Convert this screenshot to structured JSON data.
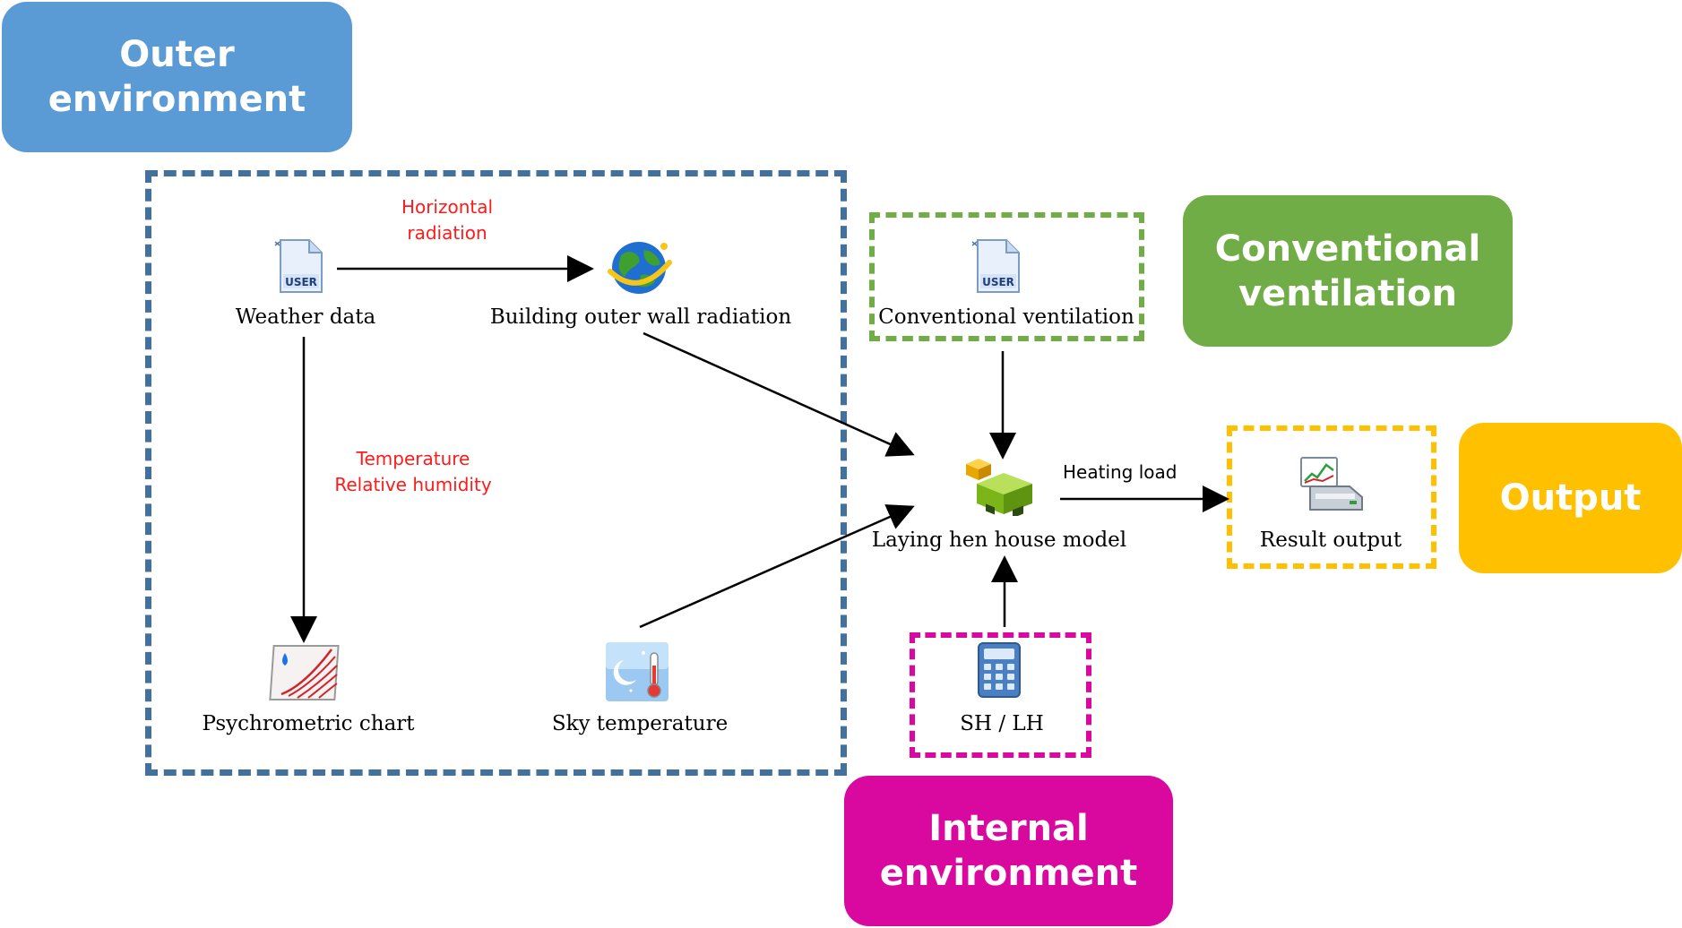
{
  "badges": {
    "outer": {
      "line1": "Outer",
      "line2": "environment",
      "color": "#5b9bd5"
    },
    "conventional": {
      "line1": "Conventional",
      "line2": "ventilation",
      "color": "#70ad47"
    },
    "output": {
      "line1": "Output",
      "color": "#ffc000"
    },
    "internal": {
      "line1": "Internal",
      "line2": "environment",
      "color": "#d9089f"
    }
  },
  "groups": {
    "outer": {
      "color": "#41719c"
    },
    "conventional": {
      "color": "#70ad47"
    },
    "output": {
      "color": "#ffc000"
    },
    "internal": {
      "color": "#d9089f"
    }
  },
  "nodes": {
    "weather": {
      "label": "Weather data",
      "icon": "user-file-icon"
    },
    "wall": {
      "label": "Building outer wall radiation",
      "icon": "globe-icon"
    },
    "psychro": {
      "label": "Psychrometric chart",
      "icon": "psychrometric-chart-icon"
    },
    "sky": {
      "label": "Sky temperature",
      "icon": "moon-thermometer-icon"
    },
    "ventilation": {
      "label": "Conventional ventilation",
      "icon": "user-file-icon"
    },
    "henhouse": {
      "label": "Laying hen house model",
      "icon": "building-blocks-icon"
    },
    "shlh": {
      "label": "SH / LH",
      "icon": "calculator-icon"
    },
    "result": {
      "label": "Result output",
      "icon": "printer-chart-icon"
    }
  },
  "edge_labels": {
    "horizontal": {
      "line1": "Horizontal",
      "line2": "radiation",
      "color": "#ff1a1a"
    },
    "temp": {
      "line1": "Temperature",
      "line2": "Relative  humidity",
      "color": "#ff1a1a"
    },
    "heating": {
      "text": "Heating  load"
    }
  },
  "edges": [
    {
      "from": "Weather data",
      "to": "Building outer wall radiation",
      "label": "Horizontal radiation"
    },
    {
      "from": "Weather data",
      "to": "Psychrometric chart",
      "label": "Temperature Relative humidity"
    },
    {
      "from": "Building outer wall radiation",
      "to": "Laying hen house model"
    },
    {
      "from": "Sky temperature",
      "to": "Laying hen house model"
    },
    {
      "from": "Conventional ventilation",
      "to": "Laying hen house model"
    },
    {
      "from": "SH / LH",
      "to": "Laying hen house model"
    },
    {
      "from": "Laying hen house model",
      "to": "Result output",
      "label": "Heating load"
    }
  ]
}
